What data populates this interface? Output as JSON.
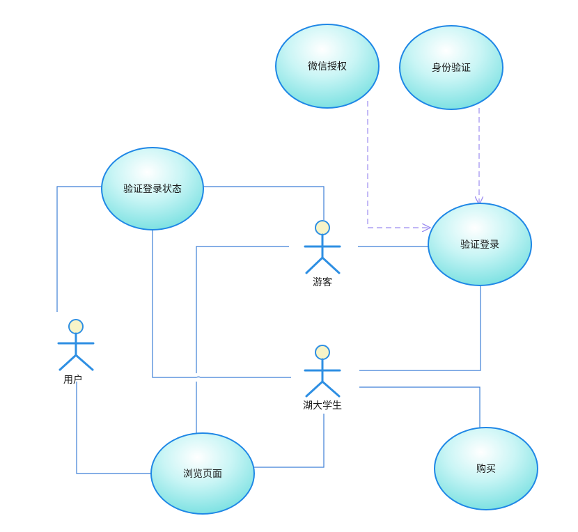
{
  "diagram": {
    "type": "use-case",
    "use_cases": {
      "wechat_auth": "微信授权",
      "identity_verify": "身份验证",
      "verify_login_status": "验证登录状态",
      "verify_login": "验证登录",
      "browse_page": "浏览页面",
      "purchase": "购买"
    },
    "actors": {
      "user": "用户",
      "guest": "游客",
      "hubei_student": "湖大学生"
    },
    "colors": {
      "use_case_fill_light": "#e8fbfb",
      "use_case_fill_dark": "#7fe3e3",
      "use_case_stroke": "#1f87e6",
      "actor_head": "#f7f4c8",
      "actor_body": "#2e8fe3",
      "connector": "#3d7fd6",
      "dependency": "#9b8bf0"
    }
  }
}
